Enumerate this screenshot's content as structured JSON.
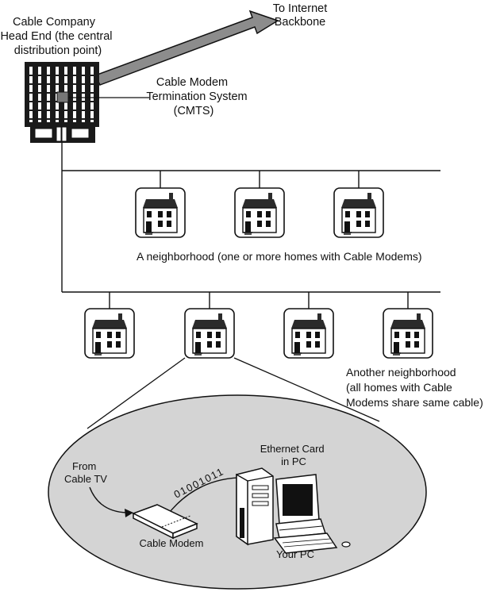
{
  "labels": {
    "headend": [
      "Cable Company",
      "Head End (the central",
      "distribution point)"
    ],
    "internet": [
      "To Internet",
      "Backbone"
    ],
    "cmts": [
      "Cable Modem",
      "Termination System",
      "(CMTS)"
    ],
    "neighborhood1": "A neighborhood (one or more homes with Cable Modems)",
    "neighborhood2": [
      "Another neighborhood",
      "(all homes with Cable",
      "Modems share same cable)"
    ],
    "ethernet": [
      "Ethernet Card",
      "in PC"
    ],
    "from_cable": [
      "From",
      "Cable TV"
    ],
    "modem": "Cable Modem",
    "pc": "Your PC",
    "bits": "01001011"
  },
  "icons": {
    "building": "headend-building-icon",
    "house": "house-icon",
    "modem": "cable-modem-icon",
    "pc": "desktop-pc-icon"
  },
  "colors": {
    "ink": "#111111",
    "building": "#1a1a1a",
    "arrow": "#8c8c8c",
    "ellipse": "#d4d4d4",
    "house_roof": "#2b2b2b"
  }
}
